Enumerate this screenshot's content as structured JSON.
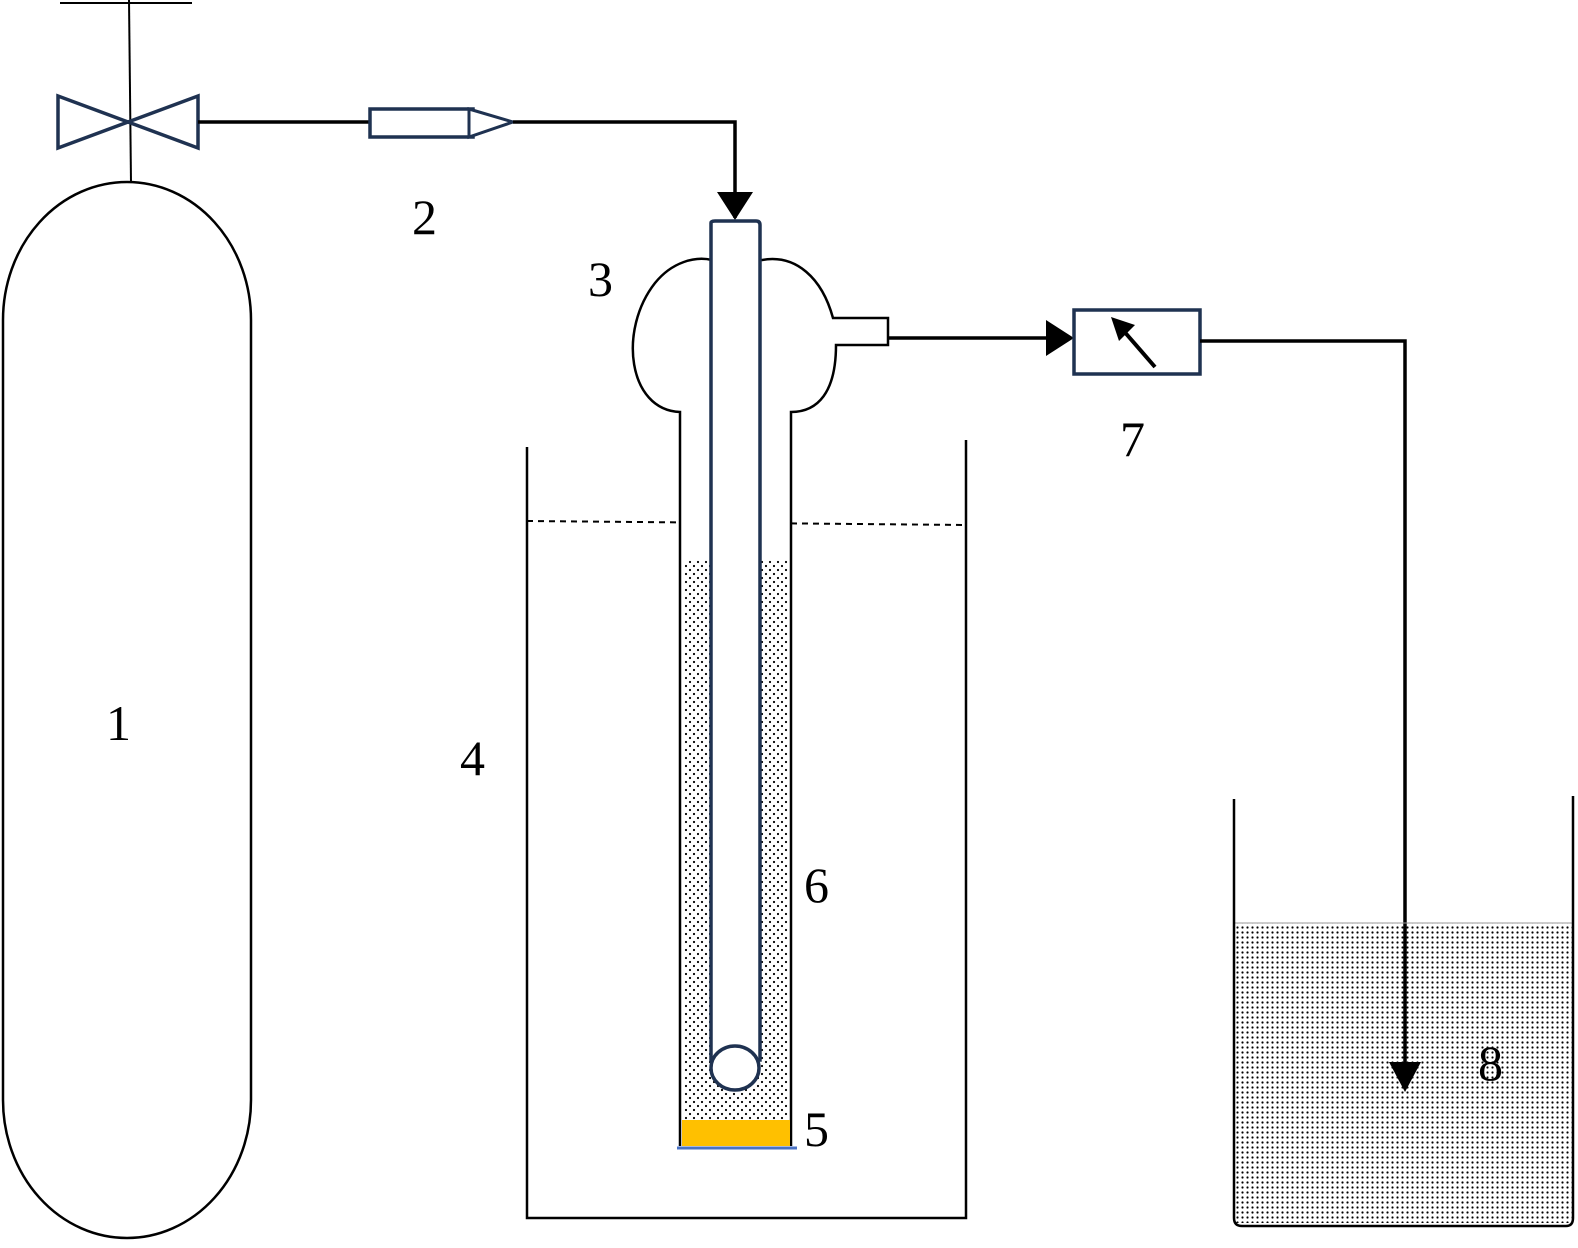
{
  "labels": {
    "gas_cylinder": "1",
    "flow_regulator": "2",
    "flask_head": "3",
    "water_bath": "4",
    "bottom_layer": "5",
    "reaction_tube": "6",
    "gas_meter": "7",
    "collection_vessel": "8"
  },
  "colors": {
    "line": "#000000",
    "tube_outline": "#1f3251",
    "bottom_layer_fill": "#ffc000",
    "bottom_line": "#4a72c4",
    "dots": "#000000"
  }
}
